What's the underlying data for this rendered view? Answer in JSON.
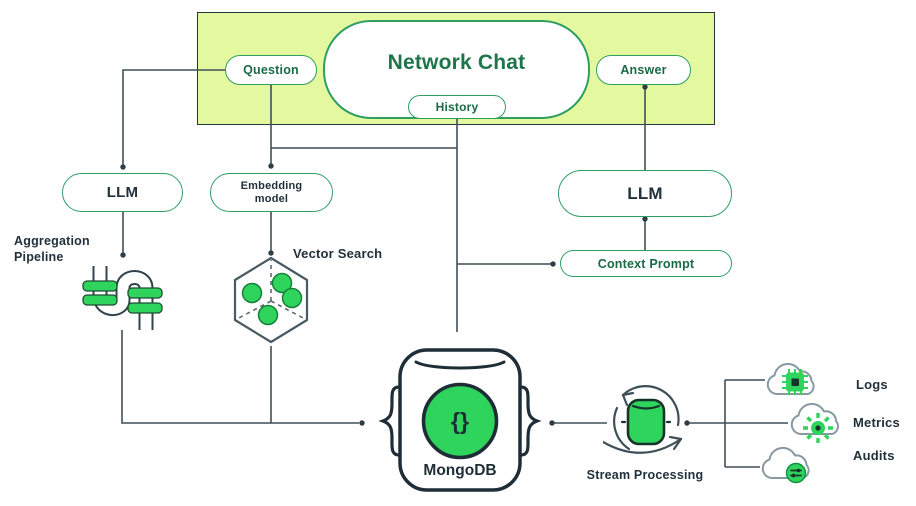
{
  "chat": {
    "title": "Network Chat",
    "history": "History",
    "question": "Question",
    "answer": "Answer"
  },
  "nodes": {
    "llm_left": "LLM",
    "llm_right": "LLM",
    "embedding_model": "Embedding model",
    "context_prompt": "Context Prompt"
  },
  "labels": {
    "aggregation_pipeline": "Aggregation Pipeline",
    "vector_search": "Vector Search",
    "mongodb": "MongoDB",
    "mongodb_glyph": "{}",
    "stream_processing": "Stream Processing"
  },
  "sources": [
    {
      "label": "Logs",
      "icon": "chip-icon"
    },
    {
      "label": "Metrics",
      "icon": "gear-icon"
    },
    {
      "label": "Audits",
      "icon": "sliders-icon"
    }
  ],
  "colors": {
    "accent_green": "#2FD45C",
    "panel_fill": "#E3F89F",
    "pill_border": "#2F9E63",
    "green_text": "#1A6B45",
    "dark_navy": "#21313C",
    "connector": "#3F4F58"
  }
}
